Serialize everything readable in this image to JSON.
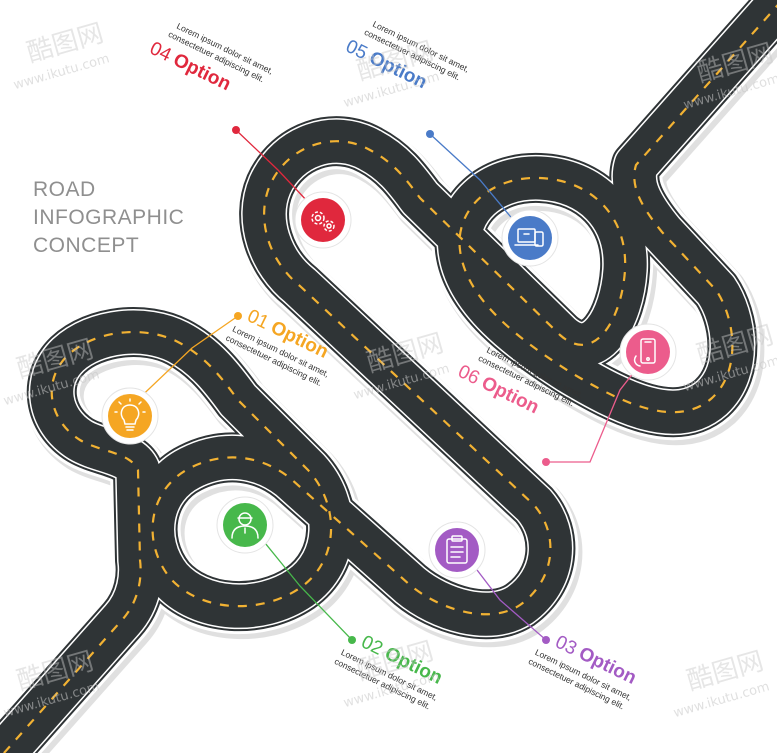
{
  "title": [
    "ROAD",
    "INFOGRAPHIC",
    "CONCEPT"
  ],
  "colors": {
    "road": "#2f3436",
    "road_edge": "#ffffff",
    "dash": "#f2b233",
    "title": "#8f8f8f",
    "option_01": "#f5a623",
    "option_02": "#47b84b",
    "option_03": "#a35bc4",
    "option_04": "#e0283d",
    "option_05": "#4a7bc8",
    "option_06": "#ec5c8c"
  },
  "options": [
    {
      "number": "01",
      "word": "Option",
      "color": "#f5a623",
      "icon": "lightbulb-icon",
      "line1": "Lorem ipsum dolor sit amet,",
      "line2": "consectetuer adipiscing elit."
    },
    {
      "number": "02",
      "word": "Option",
      "color": "#47b84b",
      "icon": "person-icon",
      "line1": "Lorem ipsum dolor sit amet,",
      "line2": "consectetuer adipiscing elit."
    },
    {
      "number": "03",
      "word": "Option",
      "color": "#a35bc4",
      "icon": "clipboard-icon",
      "line1": "Lorem ipsum dolor sit amet,",
      "line2": "consectetuer adipiscing elit."
    },
    {
      "number": "04",
      "word": "Option",
      "color": "#e0283d",
      "icon": "gears-icon",
      "line1": "Lorem ipsum dolor sit amet,",
      "line2": "consectetuer adipiscing elit."
    },
    {
      "number": "05",
      "word": "Option",
      "color": "#4a7bc8",
      "icon": "devices-icon",
      "line1": "Lorem ipsum dolor sit amet,",
      "line2": "consectetuer adipiscing elit."
    },
    {
      "number": "06",
      "word": "Option",
      "color": "#ec5c8c",
      "icon": "mobile-phone-icon",
      "line1": "Lorem ipsum dolor sit amet,",
      "line2": "consectetuer adipiscing elit."
    }
  ],
  "watermark": {
    "brand": "酷图网",
    "url": "www.ikutu.com"
  }
}
